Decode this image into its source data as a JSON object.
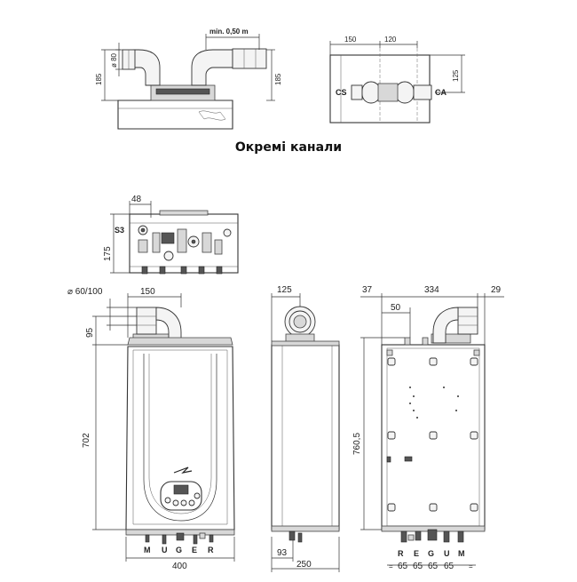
{
  "heading": "Окремі канали",
  "separate_ducts": {
    "dia_label": "ø 80",
    "min_label": "min. 0,50 m",
    "h_left": "185",
    "h_right": "185"
  },
  "top_right": {
    "d150": "150",
    "d120": "120",
    "d125": "125",
    "cs": "CS",
    "ca": "CA"
  },
  "top_view": {
    "d48": "48",
    "s3": "S3",
    "d175": "175"
  },
  "front_view": {
    "dia_label": "⌀ 60/100",
    "d150": "150",
    "d95": "95",
    "d702": "702",
    "d400": "400",
    "connection_letters": [
      "M",
      "U",
      "G",
      "E",
      "R"
    ]
  },
  "side_view": {
    "d125": "125",
    "d93": "93",
    "d250": "250"
  },
  "rear_view": {
    "d37": "37",
    "d334": "334",
    "d29": "29",
    "d50": "50",
    "d760": "760,5",
    "connection_letters": [
      "R",
      "E",
      "G",
      "U",
      "M"
    ],
    "spacing": [
      "65",
      "65",
      "65",
      "65"
    ],
    "equal_mark": "="
  }
}
